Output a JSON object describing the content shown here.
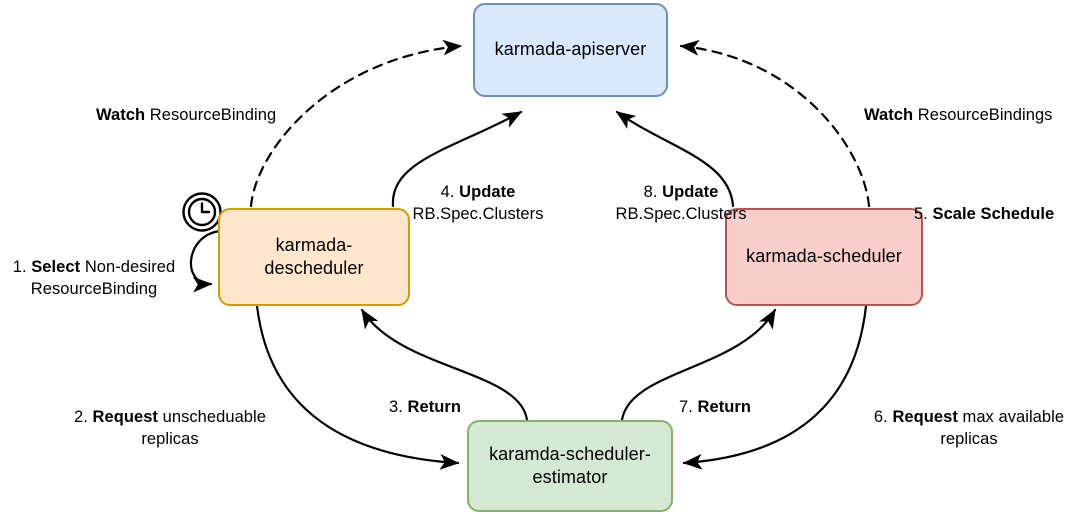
{
  "diagram": {
    "title": "Karmada descheduler and scheduler workflow",
    "background": "#ffffff",
    "nodes": [
      {
        "id": "apiserver",
        "label": "karmada-apiserver",
        "fill": "#dae8fc",
        "stroke": "#6c8ebf"
      },
      {
        "id": "descheduler",
        "label": "karmada-descheduler",
        "fill": "#ffe6cc",
        "stroke": "#d79b00"
      },
      {
        "id": "scheduler",
        "label": "karmada-scheduler",
        "fill": "#f8cecc",
        "stroke": "#b85450"
      },
      {
        "id": "estimator",
        "label": "karamda-scheduler-\nestimator",
        "fill": "#d5e8d4",
        "stroke": "#82b366"
      }
    ],
    "icons": [
      {
        "id": "timer",
        "name": "clock-icon",
        "stroke": "#000000"
      }
    ],
    "edge_labels": [
      {
        "id": "watch-rb-left",
        "bold": "Watch",
        "rest": " ResourceBinding",
        "full": "Watch ResourceBinding"
      },
      {
        "id": "watch-rb-right",
        "bold": "Watch",
        "rest": " ResourceBindings",
        "full": "Watch ResourceBindings"
      },
      {
        "id": "step-1",
        "num": "1.",
        "bold": "Select",
        "rest": " Non-desired\nResourceBinding",
        "full": "1. Select  Non-desired ResourceBinding"
      },
      {
        "id": "step-2",
        "num": "2.",
        "bold": "Request",
        "rest": " unscheduable\nreplicas",
        "full": "2. Request unscheduable replicas"
      },
      {
        "id": "step-3",
        "num": "3.",
        "bold": "Return",
        "rest": "",
        "full": "3. Return"
      },
      {
        "id": "step-4",
        "num": "4.",
        "bold": "Update",
        "rest": "\nRB.Spec.Clusters",
        "full": "4. Update RB.Spec.Clusters"
      },
      {
        "id": "step-5",
        "num": "5.",
        "bold": "Scale Schedule",
        "rest": "",
        "full": "5. Scale Schedule"
      },
      {
        "id": "step-6",
        "num": "6.",
        "bold": "Request",
        "rest": " max available\nreplicas",
        "full": "6. Request max available replicas"
      },
      {
        "id": "step-7",
        "num": "7.",
        "bold": "Return",
        "rest": "",
        "full": "7. Return"
      },
      {
        "id": "step-8",
        "num": "8.",
        "bold": "Update",
        "rest": "\nRB.Spec.Clusters",
        "full": "8. Update RB.Spec.Clusters"
      }
    ]
  }
}
